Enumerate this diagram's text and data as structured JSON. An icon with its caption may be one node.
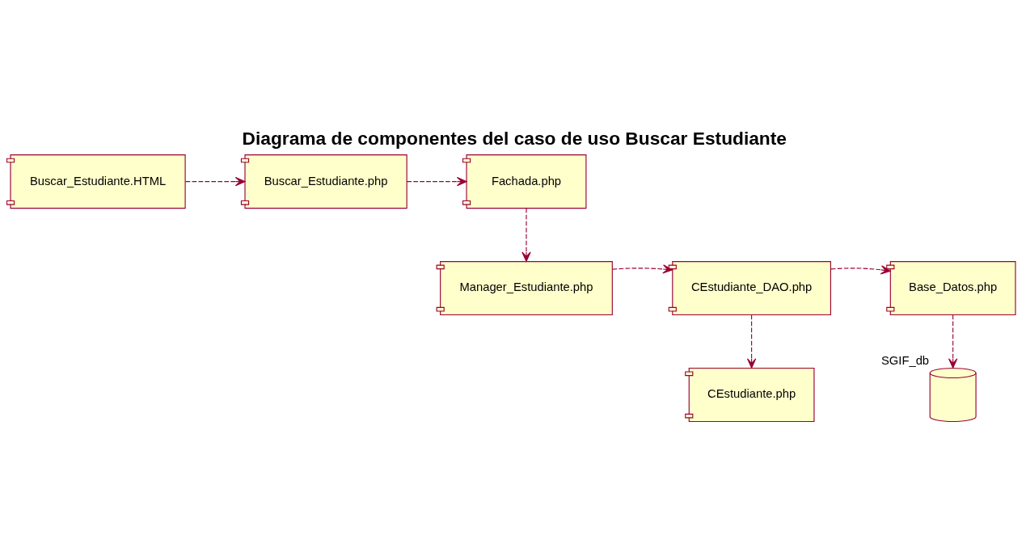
{
  "diagram": {
    "title": "Diagrama de componentes del caso de uso Buscar Estudiante",
    "nodes": [
      {
        "text": [
          "Buscar_Estudiante.HTML"
        ]
      },
      {
        "text": [
          "Buscar_Estudiante.php"
        ]
      },
      {
        "text": [
          "Fachada.php"
        ]
      },
      {
        "text": [
          "Manager_Estudiante.php"
        ]
      },
      {
        "text": [
          "CEstudiante_DAO.php"
        ]
      },
      {
        "text": [
          "Base_Datos.php"
        ]
      },
      {
        "text": [
          "CEstudiante.php"
        ]
      },
      {
        "text": [],
        "shape": "cylinder",
        "beside": [
          "SGIF_db"
        ]
      }
    ],
    "edges": [
      {
        "from": 0,
        "to": 1,
        "arrow": "to",
        "style": "dashed"
      },
      {
        "from": 1,
        "to": 2,
        "arrow": "to",
        "style": "dashed"
      },
      {
        "from": 2,
        "to": 3,
        "arrow": "to",
        "style": "dashed"
      },
      {
        "from": 3,
        "to": 4,
        "arrow": "to",
        "style": "dashed"
      },
      {
        "from": 4,
        "to": 5,
        "arrow": "to",
        "style": "dashed"
      },
      {
        "from": 4,
        "to": 6,
        "arrow": "to",
        "style": "dashed"
      },
      {
        "from": 5,
        "to": 7,
        "arrow": "to",
        "style": "dashed"
      }
    ]
  }
}
